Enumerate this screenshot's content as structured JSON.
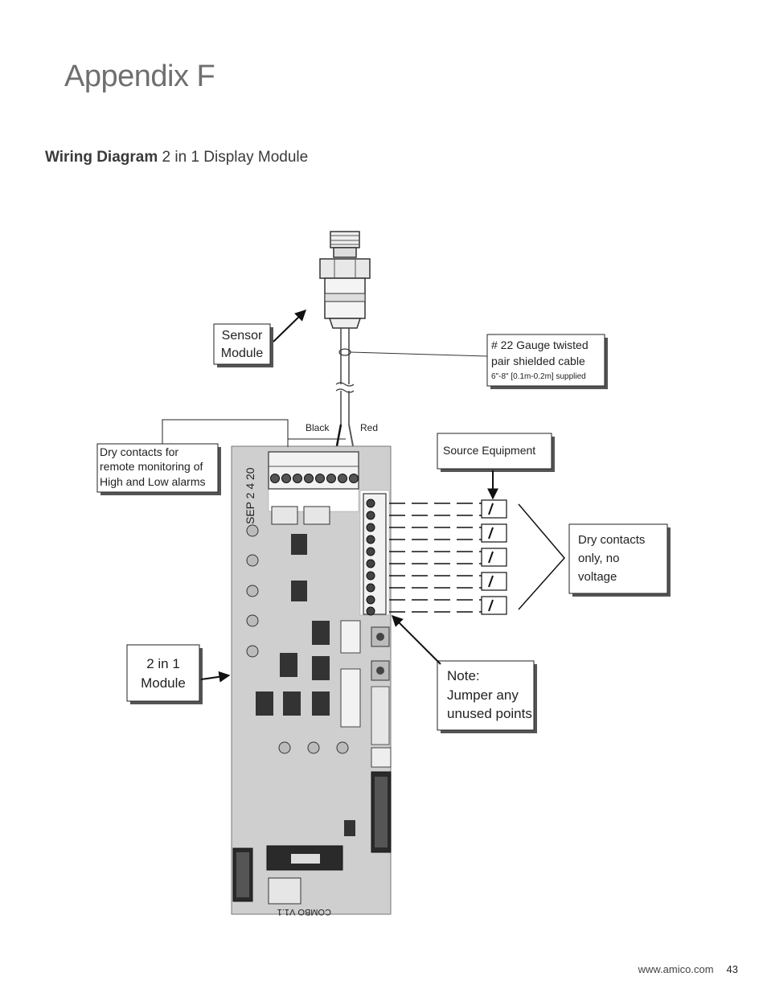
{
  "page": {
    "title": "Appendix F",
    "heading_bold": "Wiring Diagram",
    "heading_rest": " 2 in 1 Display Module"
  },
  "labels": {
    "sensor_module_line1": "Sensor",
    "sensor_module_line2": "Module",
    "cable_line1": "# 22 Gauge twisted",
    "cable_line2": "pair shielded cable",
    "cable_line3": "6\"-8\" [0.1m-0.2m] supplied",
    "wire_black": "Black",
    "wire_red": "Red",
    "dry_alarms_line1": "Dry contacts for",
    "dry_alarms_line2": "remote monitoring of",
    "dry_alarms_line3": "High and Low alarms",
    "source_equipment": "Source Equipment",
    "dry_only_line1": "Dry contacts",
    "dry_only_line2": "only, no",
    "dry_only_line3": "voltage",
    "module_line1": "2 in 1",
    "module_line2": "Module",
    "note_line1": "Note:",
    "note_line2": "Jumper any",
    "note_line3": "unused points"
  },
  "board": {
    "date_stamp": "SEP 2 4 20",
    "silkscreen": "COMBO V1.1"
  },
  "footer": {
    "website": "www.amico.com",
    "page_number": "43"
  },
  "colors": {
    "board": "#cfcfcf",
    "outline": "#222222",
    "title": "#6f6f6f"
  }
}
